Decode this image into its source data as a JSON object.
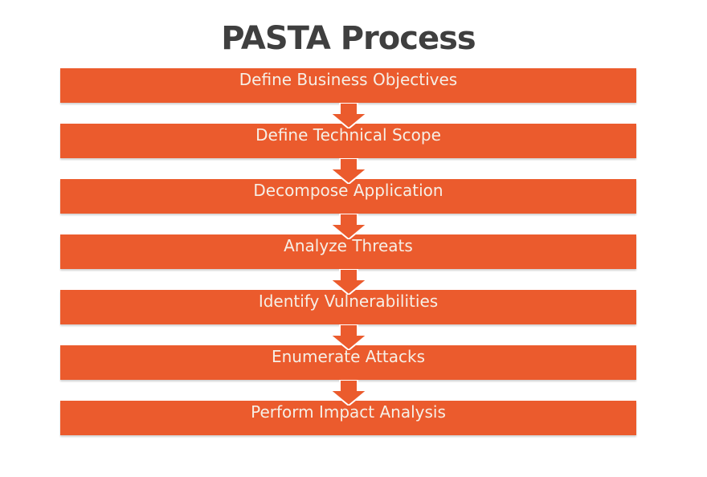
{
  "title": "PASTA Process",
  "colors": {
    "bar": "#EB5B2D",
    "arrow": "#EB5B2D",
    "title_text": "#3F3F3F",
    "bar_text": "#F6EFE6",
    "background": "#FFFFFF"
  },
  "steps": [
    "Define Business Objectives",
    "Define Technical Scope",
    "Decompose Application",
    "Analyze Threats",
    "Identify Vulnerabilities",
    "Enumerate Attacks",
    "Perform Impact Analysis"
  ],
  "chart_data": {
    "type": "table",
    "title": "PASTA Process",
    "categories": [
      "Define Business Objectives",
      "Define Technical Scope",
      "Decompose Application",
      "Analyze Threats",
      "Identify Vulnerabilities",
      "Enumerate Attacks",
      "Perform Impact Analysis"
    ]
  }
}
